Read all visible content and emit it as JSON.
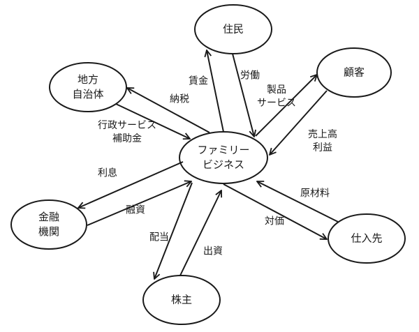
{
  "diagram": {
    "type": "stakeholder-flow",
    "colors": {
      "stroke": "#1a1a1a",
      "fill": "#ffffff",
      "text": "#1a1a1a"
    },
    "center": {
      "id": "family",
      "lines": [
        "ファミリー",
        "ビジネス"
      ]
    },
    "nodes": [
      {
        "id": "residents",
        "lines": [
          "住民"
        ]
      },
      {
        "id": "customers",
        "lines": [
          "顧客"
        ]
      },
      {
        "id": "local-government",
        "lines": [
          "地方",
          "自治体"
        ]
      },
      {
        "id": "financial-institution",
        "lines": [
          "金融",
          "機関"
        ]
      },
      {
        "id": "shareholders",
        "lines": [
          "株主"
        ]
      },
      {
        "id": "suppliers",
        "lines": [
          "仕入先"
        ]
      }
    ],
    "edges": [
      {
        "from": "family",
        "to": "residents",
        "lines": [
          "賃金"
        ]
      },
      {
        "from": "residents",
        "to": "family",
        "lines": [
          "労働"
        ]
      },
      {
        "from": "family",
        "to": "customers",
        "lines": [
          "製品",
          "サービス"
        ]
      },
      {
        "from": "customers",
        "to": "family",
        "lines": [
          "売上高",
          "利益"
        ]
      },
      {
        "from": "family",
        "to": "local-government",
        "lines": [
          "納税"
        ]
      },
      {
        "from": "local-government",
        "to": "family",
        "lines": [
          "行政サービス",
          "補助金"
        ]
      },
      {
        "from": "family",
        "to": "financial-institution",
        "lines": [
          "利息"
        ]
      },
      {
        "from": "financial-institution",
        "to": "family",
        "lines": [
          "融資"
        ]
      },
      {
        "from": "family",
        "to": "shareholders",
        "lines": [
          "配当"
        ]
      },
      {
        "from": "shareholders",
        "to": "family",
        "lines": [
          "出資"
        ]
      },
      {
        "from": "suppliers",
        "to": "family",
        "lines": [
          "原材料"
        ]
      },
      {
        "from": "family",
        "to": "suppliers",
        "lines": [
          "対価"
        ]
      }
    ]
  }
}
